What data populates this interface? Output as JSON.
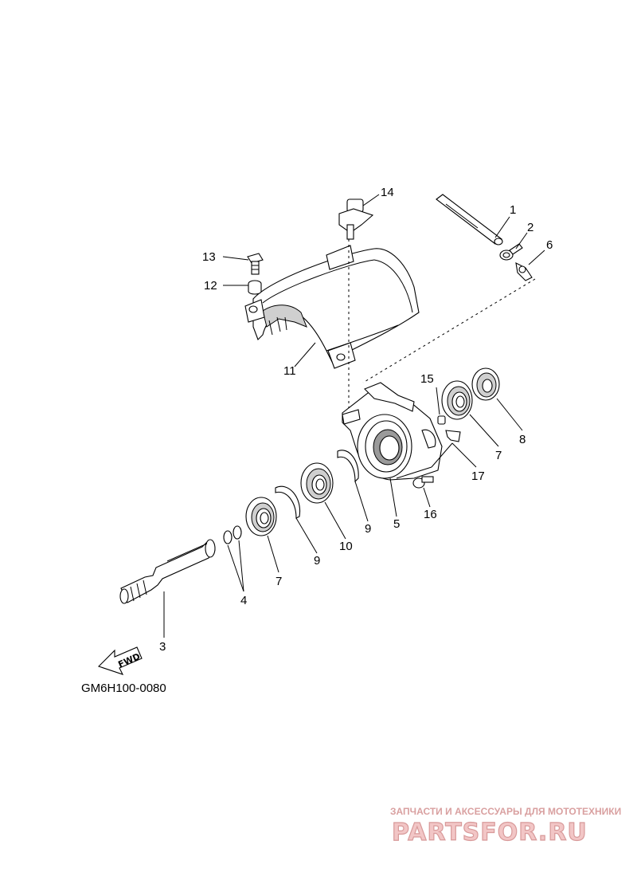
{
  "diagram_code": "GM6H100-0080",
  "fwd_label": "FWD",
  "watermark": {
    "tagline": "ЗАПЧАСТИ И АКСЕССУАРЫ ДЛЯ МОТОТЕХНИКИ",
    "logo": "PARTSFOR.RU"
  },
  "callouts": {
    "c1": "1",
    "c2": "2",
    "c3": "3",
    "c4": "4",
    "c5": "5",
    "c6": "6",
    "c7a": "7",
    "c7b": "7",
    "c8": "8",
    "c9a": "9",
    "c9b": "9",
    "c10": "10",
    "c11": "11",
    "c12": "12",
    "c13": "13",
    "c14": "14",
    "c15": "15",
    "c16": "16",
    "c17": "17"
  }
}
